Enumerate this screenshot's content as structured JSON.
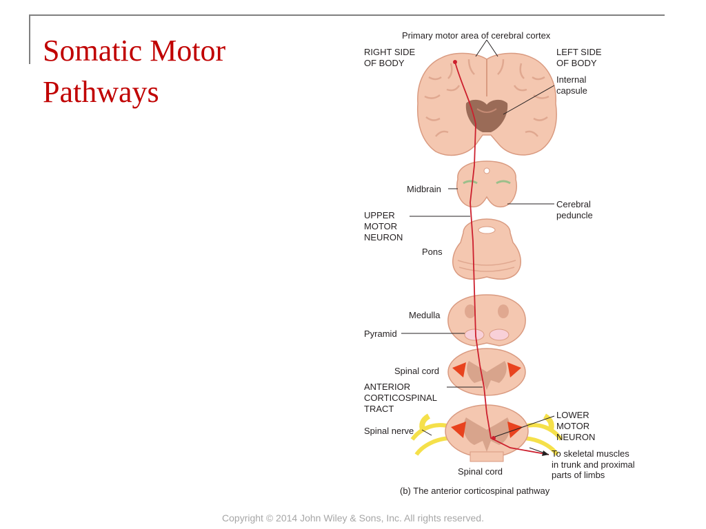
{
  "slide": {
    "title_line1": "Somatic Motor",
    "title_line2": "Pathways",
    "copyright": "Copyright © 2014 John Wiley & Sons, Inc. All rights reserved."
  },
  "figure": {
    "caption": "(b) The anterior corticospinal pathway",
    "labels": {
      "primary_motor": "Primary motor area of cerebral cortex",
      "right_side_1": "RIGHT SIDE",
      "right_side_2": "OF BODY",
      "left_side_1": "LEFT SIDE",
      "left_side_2": "OF BODY",
      "internal_capsule_1": "Internal",
      "internal_capsule_2": "capsule",
      "midbrain": "Midbrain",
      "cerebral_peduncle_1": "Cerebral",
      "cerebral_peduncle_2": "peduncle",
      "upper_motor_1": "UPPER",
      "upper_motor_2": "MOTOR",
      "upper_motor_3": "NEURON",
      "pons": "Pons",
      "medulla": "Medulla",
      "pyramid": "Pyramid",
      "spinal_cord_1": "Spinal cord",
      "anterior_1": "ANTERIOR",
      "anterior_2": "CORTICOSPINAL",
      "anterior_3": "TRACT",
      "spinal_nerve": "Spinal nerve",
      "lower_motor_1": "LOWER",
      "lower_motor_2": "MOTOR",
      "lower_motor_3": "NEURON",
      "skeletal_1": "To skeletal muscles",
      "skeletal_2": "in trunk and proximal",
      "skeletal_3": "parts of limbs",
      "spinal_cord_2": "Spinal cord"
    },
    "colors": {
      "tissue": "#f4c7b0",
      "tissue_edge": "#d99a80",
      "nucleus": "#8a5a48",
      "pathway": "#cc1f2d",
      "nerve": "#f5e04a",
      "motor_area": "#e8431e"
    }
  }
}
